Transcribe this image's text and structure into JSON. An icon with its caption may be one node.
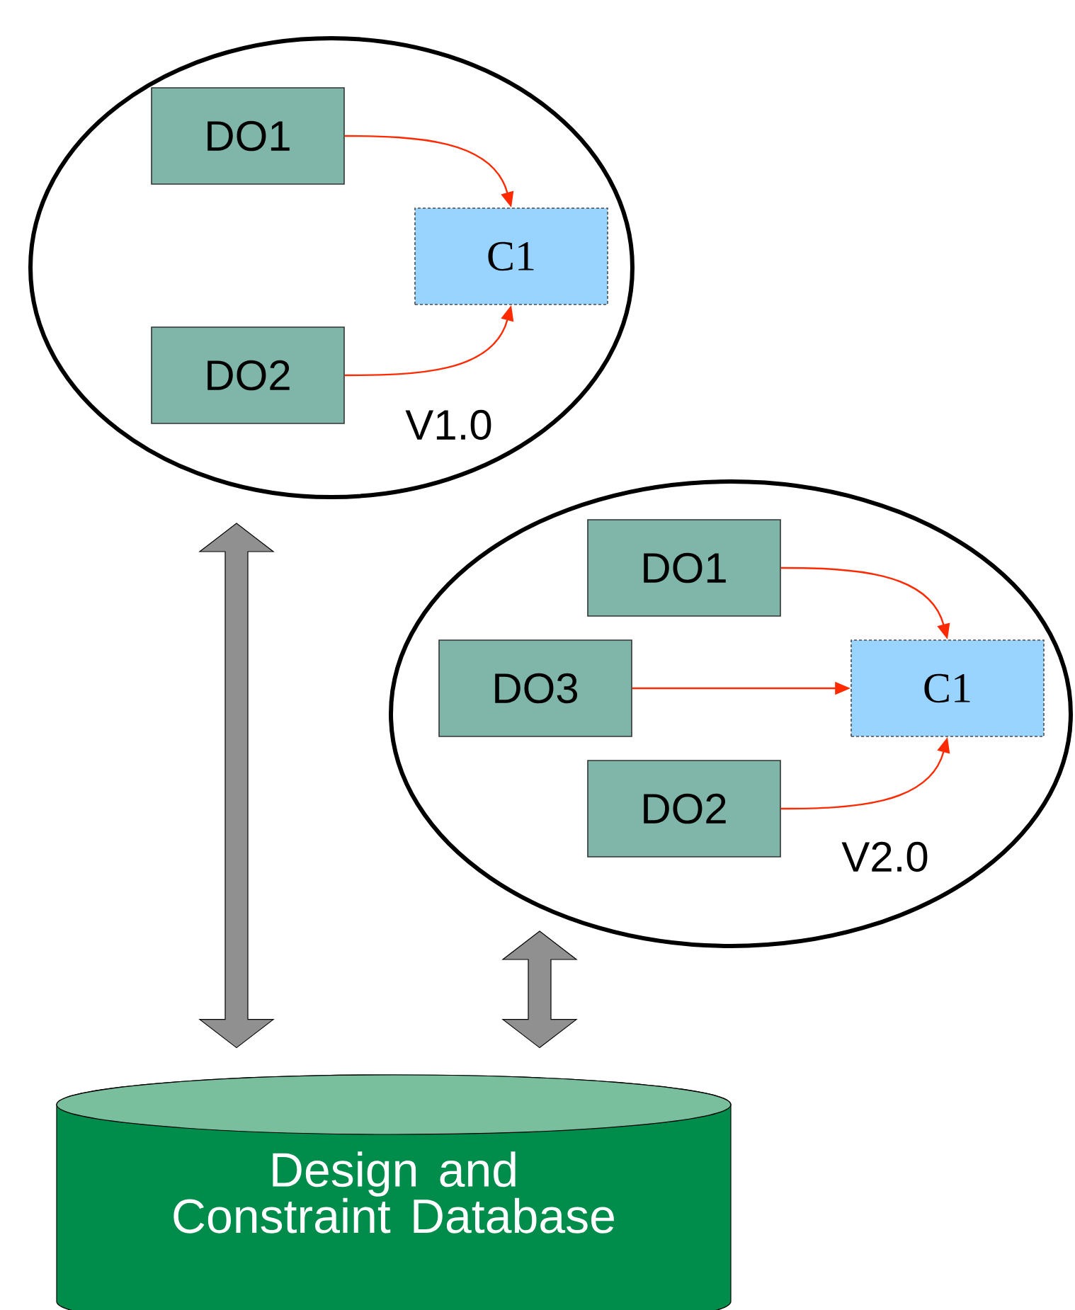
{
  "diagram": {
    "nodes": [
      {
        "text": [
          "V1.0"
        ]
      },
      {
        "text": [
          "DO1"
        ],
        "in": 0
      },
      {
        "text": [
          "C1"
        ],
        "in": 0
      },
      {
        "text": [
          "DO2"
        ],
        "in": 0
      },
      {
        "text": [
          "V2.0"
        ]
      },
      {
        "text": [
          "DO1"
        ],
        "in": 4
      },
      {
        "text": [
          "DO3"
        ],
        "in": 4
      },
      {
        "text": [
          "C1"
        ],
        "in": 4
      },
      {
        "text": [
          "DO2"
        ],
        "in": 4
      },
      {
        "text": [
          "Design and Constraint Database"
        ]
      }
    ],
    "edges": [
      {
        "from": 1,
        "to": 2,
        "arrow": "to"
      },
      {
        "from": 3,
        "to": 2,
        "arrow": "to"
      },
      {
        "from": 5,
        "to": 7,
        "arrow": "to"
      },
      {
        "from": 6,
        "to": 7,
        "arrow": "to"
      },
      {
        "from": 8,
        "to": 7,
        "arrow": "to"
      },
      {
        "from": 0,
        "to": 9,
        "arrow": "both",
        "style": "thick",
        "color": "#909090"
      },
      {
        "from": 4,
        "to": 9,
        "arrow": "both",
        "style": "thick",
        "color": "#909090"
      }
    ]
  }
}
